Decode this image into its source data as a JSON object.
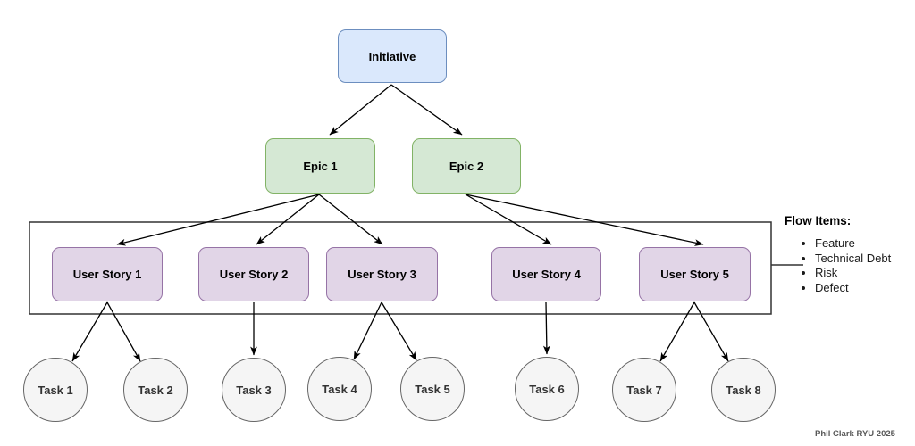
{
  "diagram": {
    "initiative": {
      "label": "Initiative"
    },
    "epics": [
      {
        "label": "Epic 1"
      },
      {
        "label": "Epic 2"
      }
    ],
    "user_stories": [
      {
        "label": "User Story 1"
      },
      {
        "label": "User Story 2"
      },
      {
        "label": "User Story 3"
      },
      {
        "label": "User Story 4"
      },
      {
        "label": "User Story 5"
      }
    ],
    "tasks": [
      {
        "label": "Task 1"
      },
      {
        "label": "Task 2"
      },
      {
        "label": "Task 3"
      },
      {
        "label": "Task 4"
      },
      {
        "label": "Task 5"
      },
      {
        "label": "Task 6"
      },
      {
        "label": "Task 7"
      },
      {
        "label": "Task 8"
      }
    ],
    "edges": [
      "Initiative -> Epic 1",
      "Initiative -> Epic 2",
      "Epic 1 -> User Story 1",
      "Epic 1 -> User Story 2",
      "Epic 1 -> User Story 3",
      "Epic 2 -> User Story 4",
      "Epic 2 -> User Story 5",
      "User Story 1 -> Task 1",
      "User Story 1 -> Task 2",
      "User Story 2 -> Task 3",
      "User Story 3 -> Task 4",
      "User Story 3 -> Task 5",
      "User Story 4 -> Task 6",
      "User Story 5 -> Task 7",
      "User Story 5 -> Task 8"
    ]
  },
  "flow_items": {
    "title": "Flow Items:",
    "items": [
      "Feature",
      "Technical Debt",
      "Risk",
      "Defect"
    ]
  },
  "credit": "Phil Clark RYU 2025",
  "colors": {
    "initiative_fill": "#dae8fc",
    "initiative_border": "#6c8ebf",
    "epic_fill": "#d5e8d4",
    "epic_border": "#82b366",
    "story_fill": "#e1d5e7",
    "story_border": "#9673a6",
    "task_fill": "#f5f5f5",
    "task_border": "#666666",
    "container_border": "#333333",
    "arrow": "#000000"
  }
}
